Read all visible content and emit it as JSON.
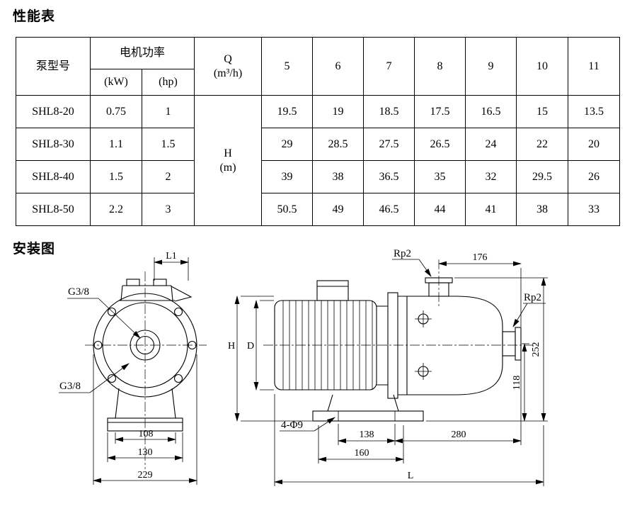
{
  "page": {
    "perf_title": "性能表",
    "install_title": "安装图"
  },
  "table": {
    "header": {
      "pump_model": "泵型号",
      "motor_power": "电机功率",
      "kw": "(kW)",
      "hp": "(hp)",
      "q_line1": "Q",
      "q_line2": "(m³/h)",
      "flow_values": [
        "5",
        "6",
        "7",
        "8",
        "9",
        "10",
        "11"
      ],
      "h_line1": "H",
      "h_line2": "(m)"
    },
    "rows": [
      {
        "model": "SHL8-20",
        "kw": "0.75",
        "hp": "1",
        "values": [
          "19.5",
          "19",
          "18.5",
          "17.5",
          "16.5",
          "15",
          "13.5"
        ]
      },
      {
        "model": "SHL8-30",
        "kw": "1.1",
        "hp": "1.5",
        "values": [
          "29",
          "28.5",
          "27.5",
          "26.5",
          "24",
          "22",
          "20"
        ]
      },
      {
        "model": "SHL8-40",
        "kw": "1.5",
        "hp": "2",
        "values": [
          "39",
          "38",
          "36.5",
          "35",
          "32",
          "29.5",
          "26"
        ]
      },
      {
        "model": "SHL8-50",
        "kw": "2.2",
        "hp": "3",
        "values": [
          "50.5",
          "49",
          "46.5",
          "44",
          "41",
          "38",
          "33"
        ]
      }
    ]
  },
  "diagram": {
    "front_view": {
      "l1": "L1",
      "g38_top": "G3/8",
      "g38_bottom": "G3/8",
      "d108": "108",
      "d130": "130",
      "d229": "229"
    },
    "side_view": {
      "h": "H",
      "d": "D",
      "rp2_top": "Rp2",
      "d176": "176",
      "rp2_right": "Rp2",
      "d252": "252",
      "d118": "118",
      "holes": "4-Φ9",
      "d138": "138",
      "d280": "280",
      "d160": "160",
      "l": "L"
    }
  }
}
